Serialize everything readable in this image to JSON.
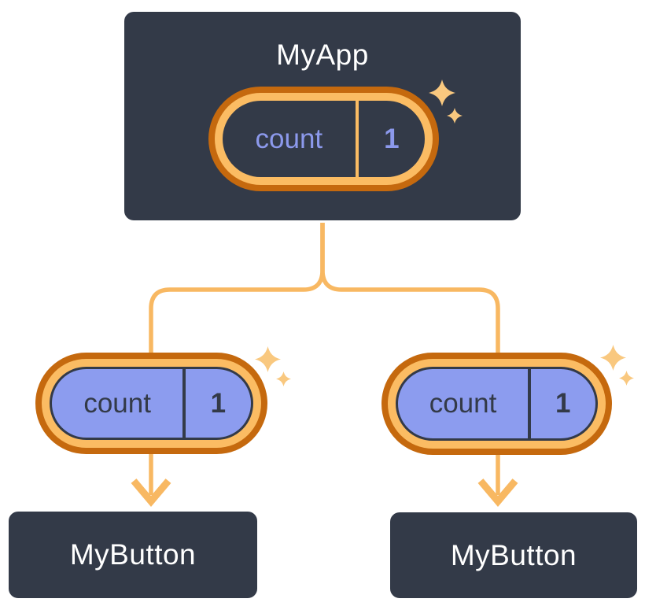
{
  "diagram": {
    "root": {
      "title": "MyApp",
      "state_pill": {
        "label": "count",
        "value": "1"
      }
    },
    "children": [
      {
        "state_pill": {
          "label": "count",
          "value": "1"
        },
        "title": "MyButton"
      },
      {
        "state_pill": {
          "label": "count",
          "value": "1"
        },
        "title": "MyButton"
      }
    ]
  },
  "icons": {
    "sparkle": "sparkle-icon",
    "arrow": "arrow-down-icon",
    "connector": "tree-connector-lines"
  },
  "colors": {
    "card_bg": "#333A48",
    "card_border": "#FFFFFF",
    "title_text": "#FFFFFF",
    "orange_dark": "#C5690E",
    "orange_light": "#FBBC63",
    "connector_line": "#F8B862",
    "sparkle": "#F9C87F",
    "pill_fill": "#8C9CEF",
    "pill_text_on_dark": "#8C99EC",
    "pill_text_on_light": "#333A48"
  }
}
